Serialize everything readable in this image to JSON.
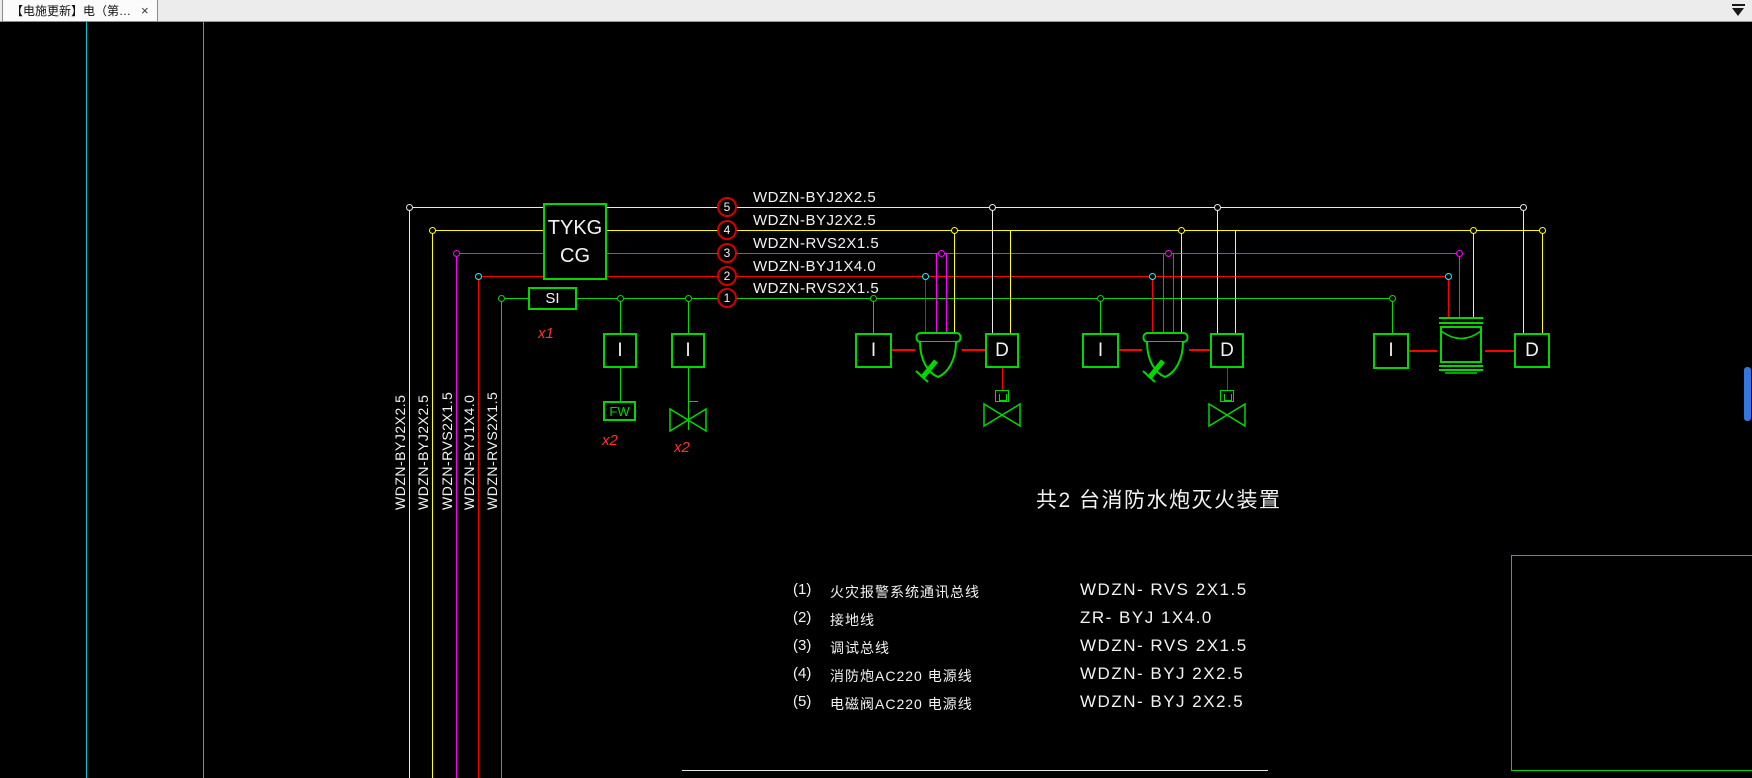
{
  "window": {
    "tab_title": "【电施更新】电（第…",
    "close_glyph": "×"
  },
  "colors": {
    "background": "#000000",
    "device_green": "#00d800",
    "bus_white": "#e8e8e8",
    "bus_yellow": "#ffff00",
    "bus_magenta": "#ff00ff",
    "bus_red": "#ff0000",
    "bus_green": "#00d800",
    "grip_cyan": "#00ffff",
    "circle_red": "#d40000",
    "count_red": "#ff3030",
    "aux_cyan": "#00c5cc",
    "scrollbar_blue": "#3575e0"
  },
  "circuits": [
    {
      "num": "5",
      "label": "WDZN-BYJ2X2.5",
      "color": "#e8e8e8"
    },
    {
      "num": "4",
      "label": "WDZN-BYJ2X2.5",
      "color": "#ffff00"
    },
    {
      "num": "3",
      "label": "WDZN-RVS2X1.5",
      "color": "#ff00ff"
    },
    {
      "num": "2",
      "label": "WDZN-BYJ1X4.0",
      "color": "#ff0000"
    },
    {
      "num": "1",
      "label": "WDZN-RVS2X1.5",
      "color": "#00d800"
    }
  ],
  "riser_labels": [
    "WDZN-BYJ2X2.5",
    "WDZN-BYJ2X2.5",
    "WDZN-RVS2X1.5",
    "WDZN-BYJ1X4.0",
    "WDZN-RVS2X1.5"
  ],
  "devices": {
    "controller_line1": "TYKG",
    "controller_line2": "CG",
    "si": "SI",
    "input_module": "I",
    "drive_module": "D",
    "fw": "FW"
  },
  "counts": {
    "si_count": "x1",
    "fw_count": "x2",
    "valve_count": "x2"
  },
  "annotation": {
    "title": "共2 台消防水炮灭火装置"
  },
  "legend": {
    "rows": [
      {
        "num": "(1)",
        "label": "火灾报警系统通讯总线",
        "spec": "WDZN- RVS 2X1.5"
      },
      {
        "num": "(2)",
        "label": "接地线",
        "spec": "ZR- BYJ 1X4.0"
      },
      {
        "num": "(3)",
        "label": "调试总线",
        "spec": "WDZN- RVS 2X1.5"
      },
      {
        "num": "(4)",
        "label": "消防炮AC220 电源线",
        "spec": "WDZN- BYJ 2X2.5"
      },
      {
        "num": "(5)",
        "label": "电磁阀AC220 电源线",
        "spec": "WDZN- BYJ 2X2.5"
      }
    ]
  }
}
